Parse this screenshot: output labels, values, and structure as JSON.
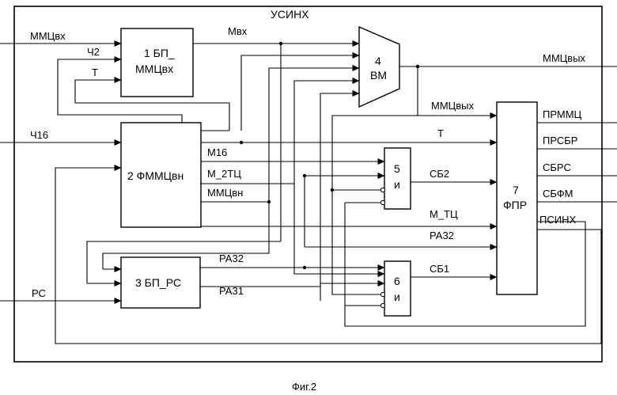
{
  "system": {
    "title": "УСИНХ"
  },
  "caption": "Фиг.2",
  "blocks": {
    "b1": {
      "line1": "1 БП_",
      "line2": "ММЦвх"
    },
    "b2": {
      "line1": "2  ФММЦвн"
    },
    "b3": {
      "line1": "3  БП_РС"
    },
    "b4": {
      "line1": "4",
      "line2": "ВМ"
    },
    "b5": {
      "line1": "5",
      "line2": "и"
    },
    "b6": {
      "line1": "6",
      "line2": "и"
    },
    "b7": {
      "line1": "7",
      "line2": "ФПР"
    }
  },
  "signals": {
    "mmc_in": "ММЦвх",
    "ch2": "Ч2",
    "t_in": "Т",
    "ch16": "Ч16",
    "rs": "РС",
    "m_in": "Мвх",
    "mmc_out_right": "ММЦвых",
    "mmc_out_b7": "ММЦвых",
    "t_b7": "Т",
    "m16": "М16",
    "m_2tc": "М_2ТЦ",
    "mmc_vn": "ММЦвн",
    "sb2": "СБ2",
    "m_tc": "М_ТЦ",
    "ra32_b7": "РА32",
    "ra32_b3": "РА32",
    "ra31": "РА31",
    "sb1": "СБ1",
    "prmmc": "ПРММЦ",
    "prsbr": "ПРСБР",
    "sbrs": "СБРС",
    "sbfm": "СБФМ",
    "psinh": "ПСИНХ"
  }
}
